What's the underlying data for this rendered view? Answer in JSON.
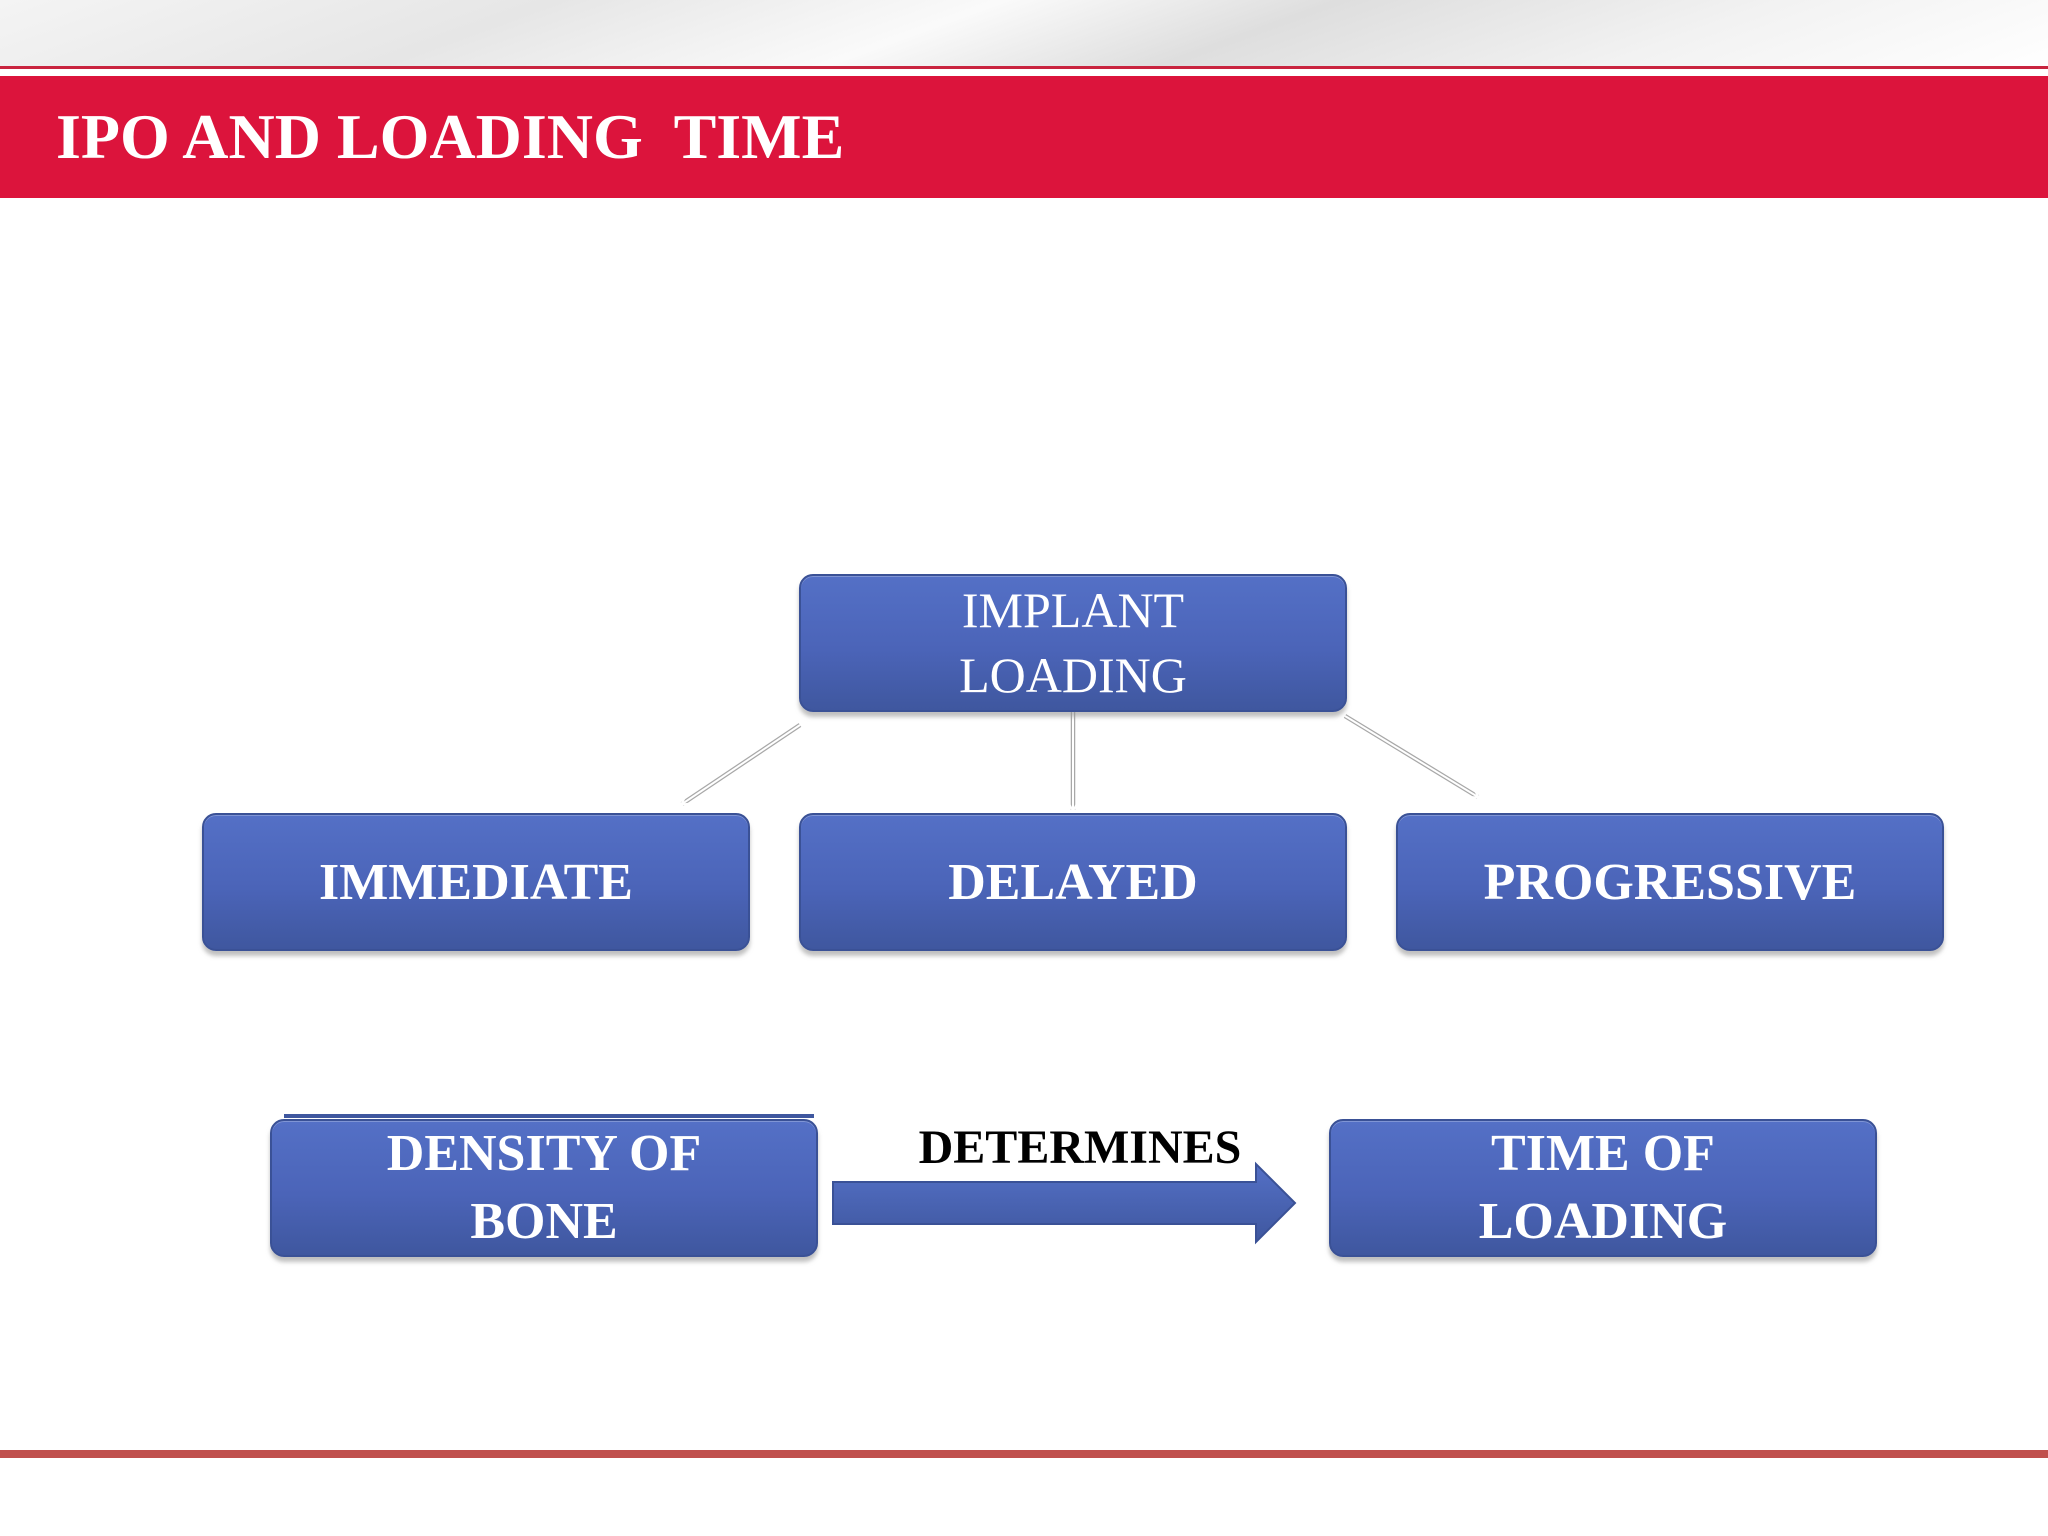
{
  "slide": {
    "title": "IPO AND LOADING  TIME"
  },
  "diagram": {
    "root": "IMPLANT\nLOADING",
    "children": [
      "IMMEDIATE",
      "DELAYED",
      "PROGRESSIVE"
    ],
    "relation": {
      "source": "DENSITY OF\nBONE",
      "label": "DETERMINES",
      "target": "TIME OF\nLOADING"
    }
  },
  "colors": {
    "title_band": "#dc143c",
    "box_fill": "#4b64b8",
    "bottom_line": "#c0504d"
  }
}
